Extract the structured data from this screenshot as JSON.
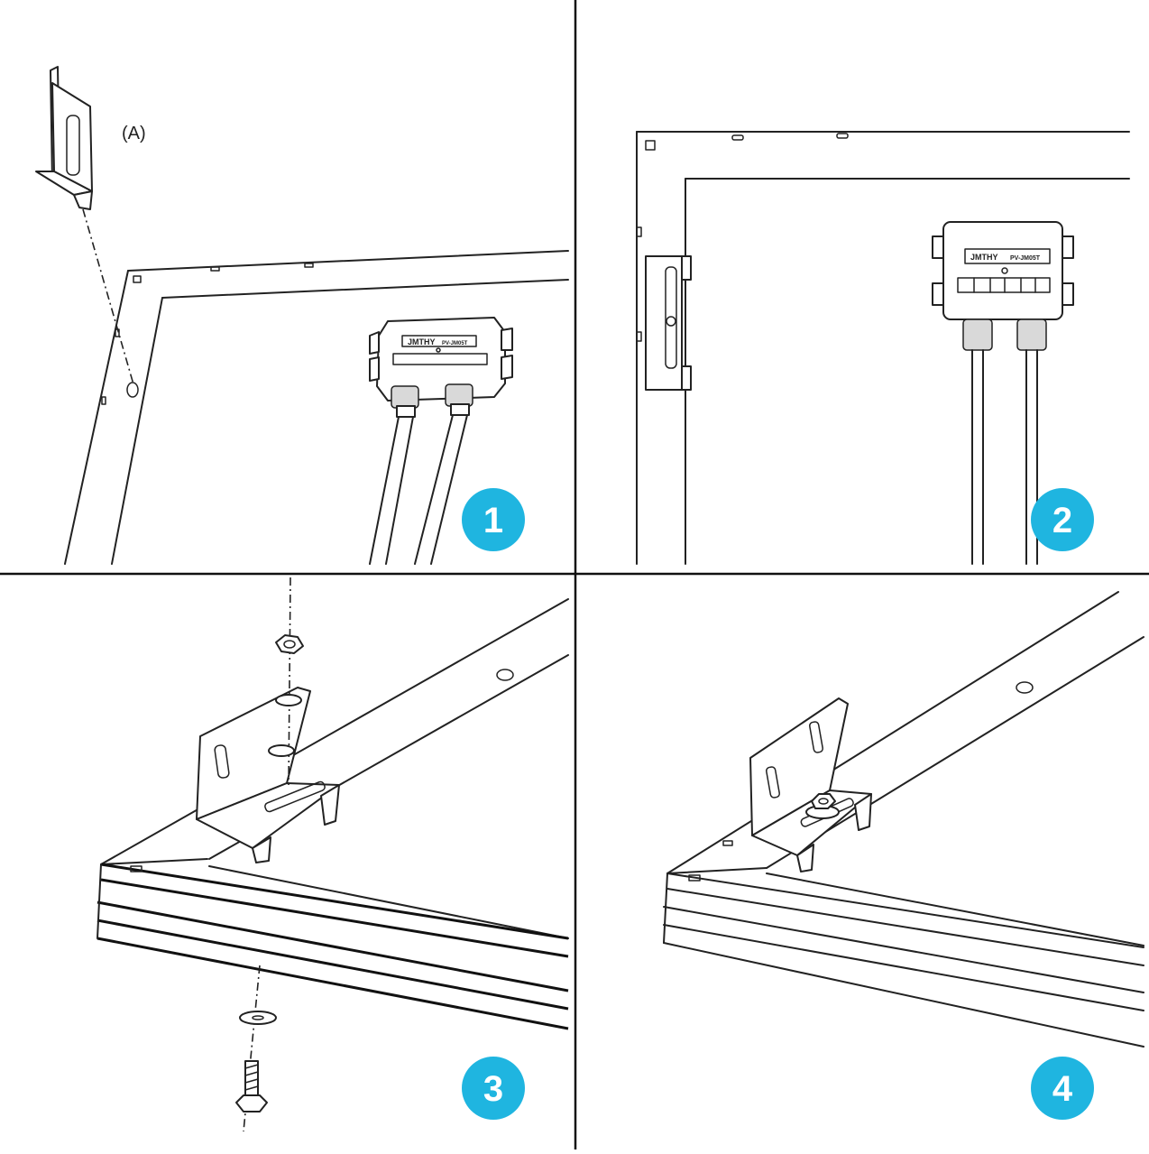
{
  "panels": [
    {
      "step": "1",
      "part_label": "(A)",
      "jbox_brand": "JMTHY",
      "jbox_model": "PV-JM05T"
    },
    {
      "step": "2",
      "jbox_brand": "JMTHY",
      "jbox_model": "PV-JM05T"
    },
    {
      "step": "3"
    },
    {
      "step": "4"
    }
  ],
  "colors": {
    "badge": "#1fb5e0",
    "line": "#222222",
    "background": "#ffffff"
  }
}
